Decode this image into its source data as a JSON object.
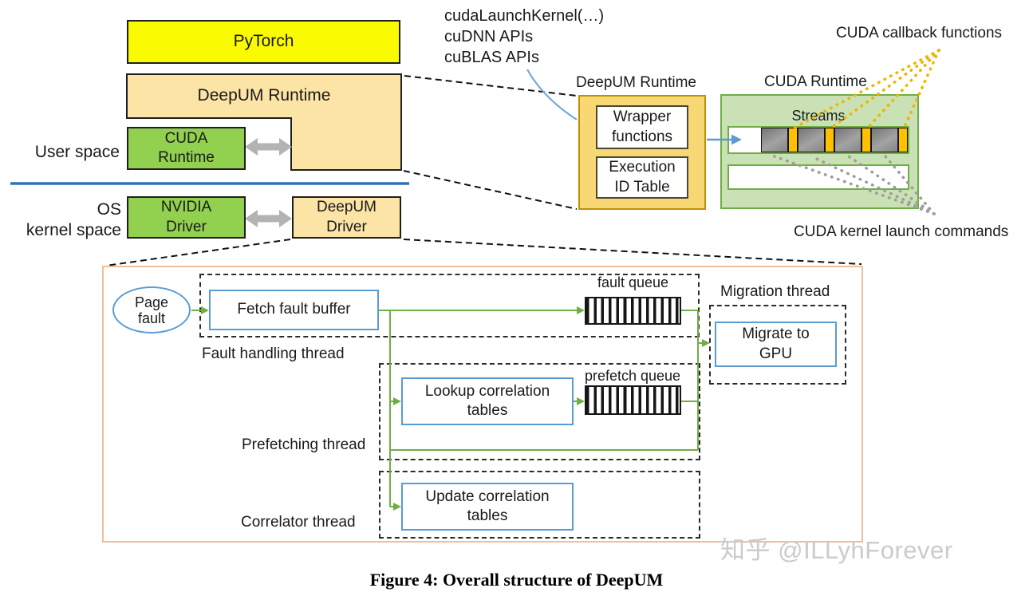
{
  "left_stack": {
    "pytorch": "PyTorch",
    "deepum_runtime": "DeepUM Runtime",
    "cuda_runtime": [
      "CUDA",
      "Runtime"
    ],
    "nvidia_driver": [
      "NVIDIA",
      "Driver"
    ],
    "deepum_driver": [
      "DeepUM",
      "Driver"
    ],
    "user_space_label": "User space",
    "kernel_space_label": [
      "OS",
      "kernel space"
    ]
  },
  "api_calls": {
    "lines": [
      "cudaLaunchKernel(…)",
      "cuDNN APIs",
      "cuBLAS APIs"
    ]
  },
  "runtime_detail": {
    "title": "DeepUM Runtime",
    "wrapper": [
      "Wrapper",
      "functions"
    ],
    "execution": [
      "Execution",
      "ID Table"
    ]
  },
  "cuda_detail": {
    "title": "CUDA Runtime",
    "streams_label": "Streams",
    "callback_label": "CUDA callback functions",
    "kernel_launch_label": "CUDA kernel launch commands"
  },
  "driver_detail": {
    "page_fault": [
      "Page",
      "fault"
    ],
    "fetch_fault_buffer": "Fetch fault buffer",
    "fault_queue_label": "fault queue",
    "fault_handling_thread": "Fault handling thread",
    "migration_thread": "Migration thread",
    "migrate_to_gpu": [
      "Migrate to",
      "GPU"
    ],
    "lookup_tables": [
      "Lookup correlation",
      "tables"
    ],
    "prefetch_queue_label": "prefetch queue",
    "prefetching_thread": "Prefetching thread",
    "update_tables": [
      "Update correlation",
      "tables"
    ],
    "correlator_thread": "Correlator thread"
  },
  "caption": "Figure 4: Overall structure of DeepUM",
  "watermark": "知乎 @ILLyhForever",
  "colors": {
    "pytorch_fill": "#fbfb00",
    "tan_fill": "#fce3a6",
    "gold_fill": "#f7d874",
    "gold_border": "#bf9000",
    "green_fill": "#92d050",
    "light_green_fill": "#c9e1b4",
    "green_border": "#70ad47",
    "stripe_orange": "#ffc000",
    "block_gray": "#8c8c8c",
    "divider_blue": "#2e74b5",
    "box_blue_border": "#5b9bd5",
    "dotted_orange": "#f0b400",
    "dotted_gray": "#9e9e9e",
    "bottom_box_border": "#eec09a",
    "watermark_gray": "#cbcbcb"
  }
}
